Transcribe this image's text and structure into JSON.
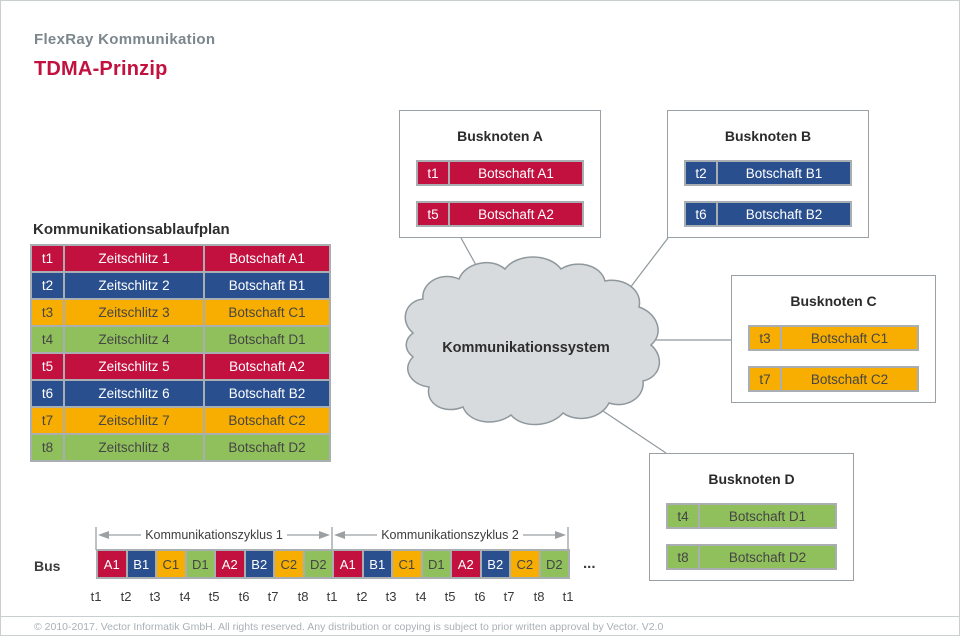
{
  "header": {
    "eyebrow": "FlexRay Kommunikation",
    "title": "TDMA-Prinzip"
  },
  "schedule": {
    "title": "Kommunikationsablaufplan",
    "rows": [
      {
        "t": "t1",
        "slot": "Zeitschlitz 1",
        "message": "Botschaft A1"
      },
      {
        "t": "t2",
        "slot": "Zeitschlitz 2",
        "message": "Botschaft B1"
      },
      {
        "t": "t3",
        "slot": "Zeitschlitz 3",
        "message": "Botschaft C1"
      },
      {
        "t": "t4",
        "slot": "Zeitschlitz 4",
        "message": "Botschaft D1"
      },
      {
        "t": "t5",
        "slot": "Zeitschlitz 5",
        "message": "Botschaft A2"
      },
      {
        "t": "t6",
        "slot": "Zeitschlitz 6",
        "message": "Botschaft B2"
      },
      {
        "t": "t7",
        "slot": "Zeitschlitz 7",
        "message": "Botschaft C2"
      },
      {
        "t": "t8",
        "slot": "Zeitschlitz 8",
        "message": "Botschaft D2"
      }
    ]
  },
  "nodes": [
    {
      "title": "Busknoten A",
      "messages": [
        {
          "t": "t1",
          "label": "Botschaft A1"
        },
        {
          "t": "t5",
          "label": "Botschaft A2"
        }
      ]
    },
    {
      "title": "Busknoten B",
      "messages": [
        {
          "t": "t2",
          "label": "Botschaft B1"
        },
        {
          "t": "t6",
          "label": "Botschaft B2"
        }
      ]
    },
    {
      "title": "Busknoten C",
      "messages": [
        {
          "t": "t3",
          "label": "Botschaft C1"
        },
        {
          "t": "t7",
          "label": "Botschaft C2"
        }
      ]
    },
    {
      "title": "Busknoten D",
      "messages": [
        {
          "t": "t4",
          "label": "Botschaft D1"
        },
        {
          "t": "t8",
          "label": "Botschaft D2"
        }
      ]
    }
  ],
  "cloud": {
    "label": "Kommunikationssystem"
  },
  "bus": {
    "label": "Bus",
    "cycle1": "Kommunikationszyklus 1",
    "cycle2": "Kommunikationszyklus 2",
    "slots": [
      "A1",
      "B1",
      "C1",
      "D1",
      "A2",
      "B2",
      "C2",
      "D2",
      "A1",
      "B1",
      "C1",
      "D1",
      "A2",
      "B2",
      "C2",
      "D2"
    ],
    "times": [
      "t1",
      "t2",
      "t3",
      "t4",
      "t5",
      "t6",
      "t7",
      "t8",
      "t1",
      "t2",
      "t3",
      "t4",
      "t5",
      "t6",
      "t7",
      "t8",
      "t1"
    ],
    "ellipsis": "..."
  },
  "footer": {
    "copyright": "© 2010-2017. Vector Informatik GmbH. All rights reserved. Any distribution or copying is subject to prior written approval by Vector. V2.0"
  },
  "colors": {
    "red": "#C2103F",
    "blue": "#2A4F8F",
    "yellow": "#F8AE00",
    "green": "#8FC05C",
    "cell-border": "#A8AEB2",
    "box-border": "#9AA1A6",
    "cloud-fill": "#D8DBDD",
    "cloud-stroke": "#8F989D",
    "eyebrow-gray": "#7C868D",
    "footer-gray": "#A9B0B5"
  }
}
